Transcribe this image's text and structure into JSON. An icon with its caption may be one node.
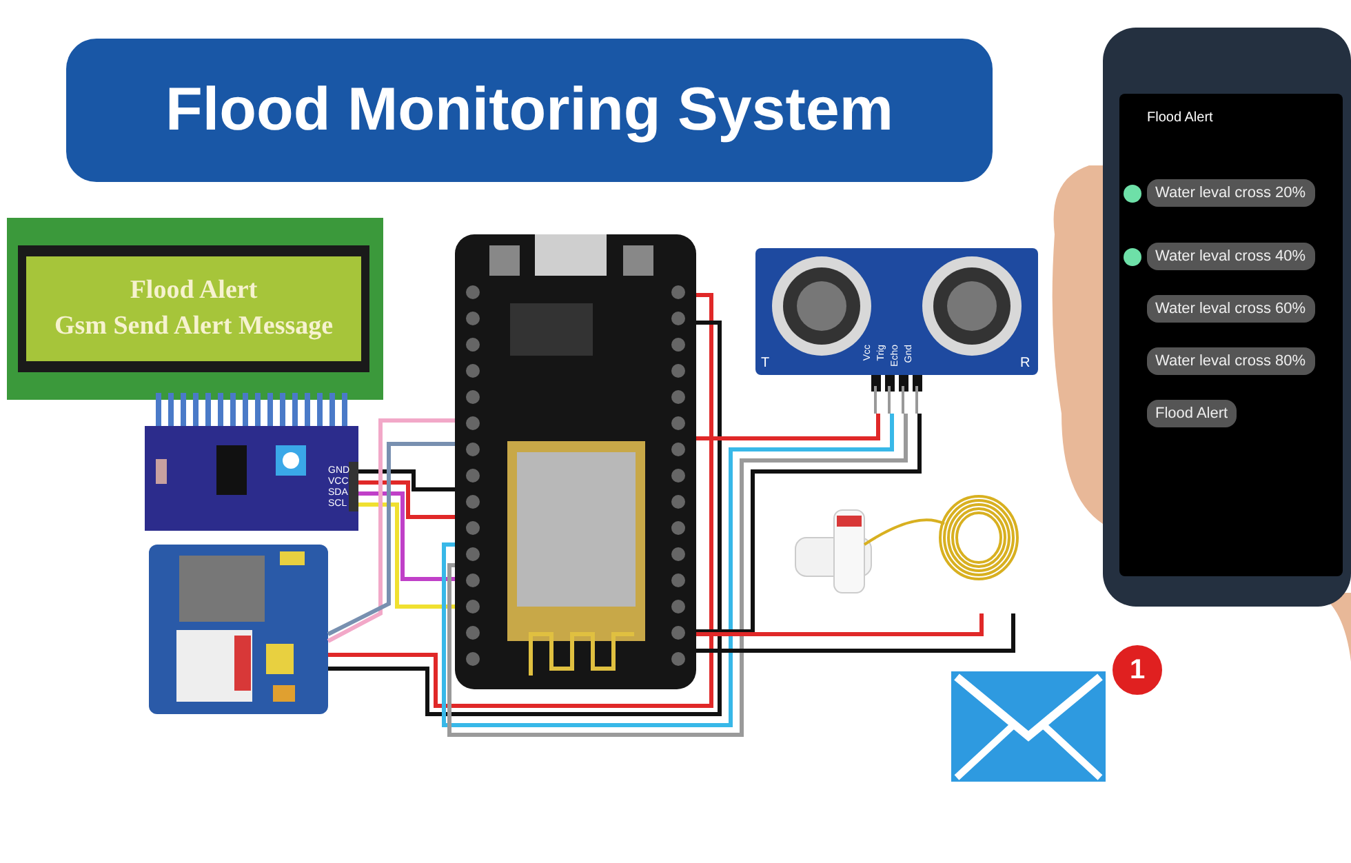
{
  "diagram": {
    "title": "Flood Monitoring System",
    "nodes": [
      {
        "text": [
          "Flood Alert",
          "Gsm Send Alert Message"
        ]
      },
      {
        "text": [],
        "shape": "picture"
      },
      {
        "text": [],
        "shape": "picture"
      },
      {
        "text": [],
        "shape": "picture"
      },
      {
        "text": [],
        "shape": "picture"
      },
      {
        "text": [],
        "shape": "picture"
      },
      {
        "text": [
          "Flood Alert",
          "Water leval cross 20%",
          "Water leval cross 40%",
          "Water leval cross 60%",
          "Water leval cross 80%",
          "Flood Alert"
        ]
      },
      {
        "text": [],
        "shape": "picture"
      }
    ],
    "edges": [
      {
        "from": 1,
        "to": 3,
        "arrow": "none",
        "color": "#111111"
      },
      {
        "from": 1,
        "to": 3,
        "arrow": "none",
        "color": "#e02828"
      },
      {
        "from": 1,
        "to": 3,
        "arrow": "none",
        "color": "#c040c8"
      },
      {
        "from": 1,
        "to": 3,
        "arrow": "none",
        "color": "#f0e030"
      },
      {
        "from": 2,
        "to": 3,
        "arrow": "none",
        "color": "#f2a8c8"
      },
      {
        "from": 2,
        "to": 3,
        "arrow": "none",
        "color": "#7890b0"
      },
      {
        "from": 2,
        "to": 3,
        "arrow": "none",
        "color": "#e02828"
      },
      {
        "from": 2,
        "to": 3,
        "arrow": "none",
        "color": "#111111"
      },
      {
        "from": 4,
        "to": 3,
        "arrow": "none",
        "color": "#e02828"
      },
      {
        "from": 4,
        "to": 3,
        "arrow": "none",
        "color": "#38b8e8"
      },
      {
        "from": 4,
        "to": 3,
        "arrow": "none",
        "color": "#9a9a9a"
      },
      {
        "from": 4,
        "to": 3,
        "arrow": "none",
        "color": "#111111"
      },
      {
        "from": 5,
        "to": 3,
        "arrow": "none",
        "color": "#e02828"
      },
      {
        "from": 5,
        "to": 3,
        "arrow": "none",
        "color": "#111111"
      }
    ],
    "labels": [
      "GND",
      "VCC",
      "SDA",
      "SCL",
      "Vcc",
      "Trig",
      "Echo",
      "Gnd",
      "T",
      "R",
      "1"
    ]
  }
}
